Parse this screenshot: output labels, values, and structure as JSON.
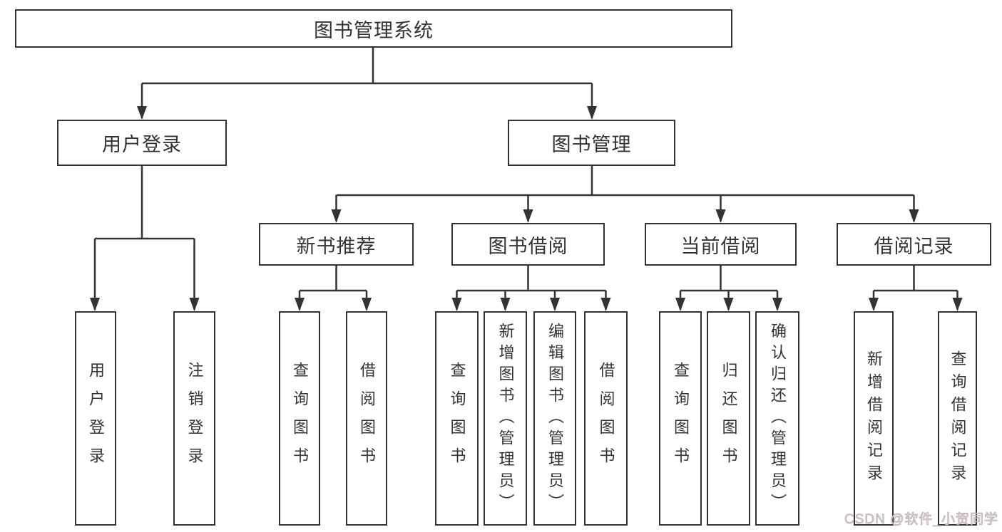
{
  "colors": {
    "line": "#333333",
    "text": "#333333",
    "box_background": "#ffffff",
    "watermark": "#d9c6cb"
  },
  "nodes": {
    "root": {
      "label": "图书管理系统"
    },
    "user_login": {
      "label": "用户登录"
    },
    "book_mgmt": {
      "label": "图书管理"
    },
    "new_books": {
      "label": "新书推荐"
    },
    "book_borrow": {
      "label": "图书借阅"
    },
    "current_borrow": {
      "label": "当前借阅"
    },
    "borrow_records": {
      "label": "借阅记录"
    },
    "leaf_user_login": {
      "label": "用户登录"
    },
    "leaf_logout": {
      "label": "注销登录"
    },
    "leaf_nb_query_books": {
      "label": "查询图书"
    },
    "leaf_nb_borrow_books": {
      "label": "借阅图书"
    },
    "leaf_bb_query_books": {
      "label": "查询图书"
    },
    "leaf_bb_add_books": {
      "label": "新增图书（管理员）"
    },
    "leaf_bb_edit_books": {
      "label": "编辑图书（管理员）"
    },
    "leaf_bb_borrow_books": {
      "label": "借阅图书"
    },
    "leaf_cb_query_books": {
      "label": "查询图书"
    },
    "leaf_cb_return_books": {
      "label": "归还图书"
    },
    "leaf_cb_confirm_return": {
      "label": "确认归还（管理员）"
    },
    "leaf_br_add_record": {
      "label": "新增借阅记录"
    },
    "leaf_br_query_record": {
      "label": "查询借阅记录"
    }
  },
  "watermark": {
    "text": "CSDN @软件_小贺同学"
  }
}
